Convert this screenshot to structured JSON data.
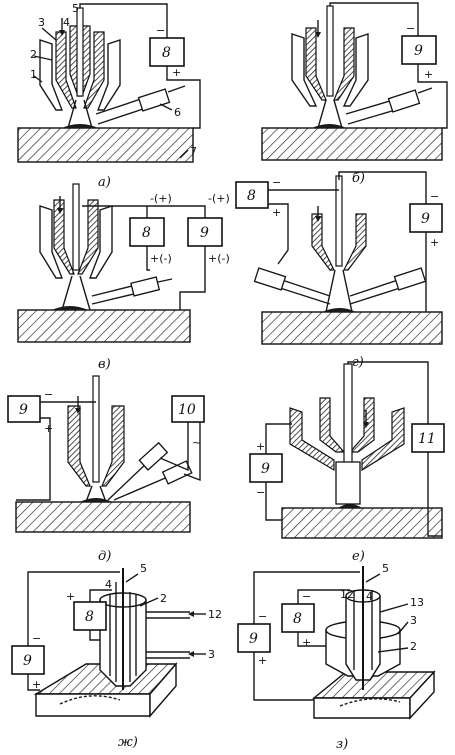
{
  "panels": [
    {
      "id": "a",
      "caption": "a)",
      "callouts": [
        "1",
        "2",
        "3",
        "5",
        "4",
        "6",
        "7"
      ],
      "boxes": [
        "8"
      ]
    },
    {
      "id": "b",
      "caption": "б)",
      "boxes": [
        "9"
      ]
    },
    {
      "id": "v",
      "caption": "в)",
      "boxes": [
        "8",
        "9"
      ],
      "polarity": [
        "-(+)",
        "+(-)",
        "-(+)",
        "+(-)"
      ]
    },
    {
      "id": "g",
      "caption": "г)",
      "boxes": [
        "8",
        "9"
      ]
    },
    {
      "id": "d",
      "caption": "д)",
      "boxes": [
        "9",
        "10"
      ],
      "ac": "~"
    },
    {
      "id": "e",
      "caption": "е)",
      "boxes": [
        "9",
        "11"
      ]
    },
    {
      "id": "zh",
      "caption": "ж)",
      "callouts": [
        "5",
        "4",
        "2",
        "12",
        "3"
      ],
      "boxes": [
        "8",
        "9"
      ]
    },
    {
      "id": "z",
      "caption": "з)",
      "callouts": [
        "5",
        "12",
        "4",
        "13",
        "3",
        "2"
      ],
      "boxes": [
        "9",
        "8"
      ]
    }
  ],
  "signs": {
    "minus": "−",
    "plus": "+"
  }
}
